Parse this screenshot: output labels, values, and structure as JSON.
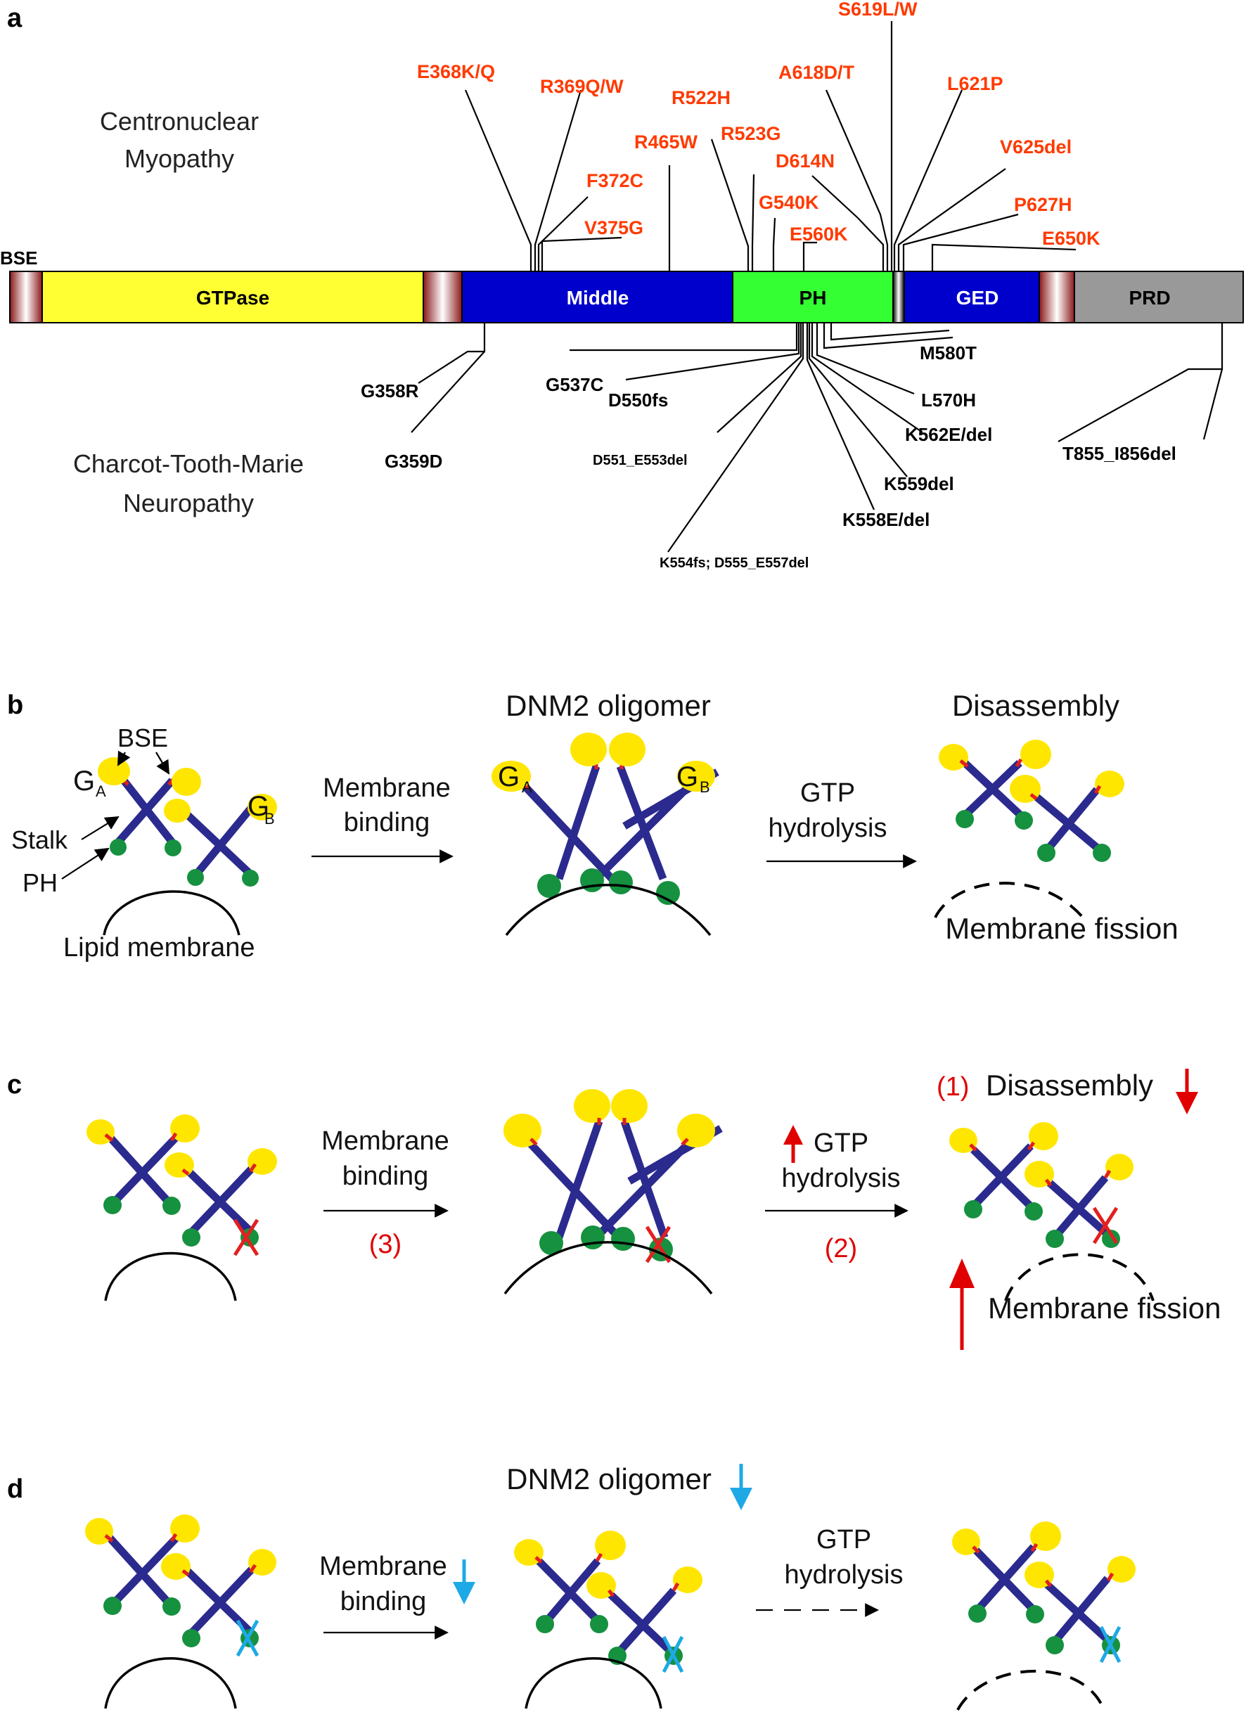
{
  "panel_a": {
    "letter": "a",
    "cnm_label": [
      "Centronuclear",
      "Myopathy"
    ],
    "cmt_label": [
      "Charcot-Tooth-Marie",
      "Neuropathy"
    ],
    "bse_label": "BSE",
    "domains": {
      "gtpase": {
        "label": "GTPase",
        "color": "#ffff33"
      },
      "middle": {
        "label": "Middle",
        "color": "#0000cc"
      },
      "ph": {
        "label": "PH",
        "color": "#33ff33"
      },
      "ged": {
        "label": "GED",
        "color": "#0000cc"
      },
      "prd": {
        "label": "PRD",
        "color": "#999999"
      }
    },
    "cnm_mutations": [
      "E368K/Q",
      "R369Q/W",
      "F372C",
      "V375G",
      "R465W",
      "R522H",
      "R523G",
      "G540K",
      "E560K",
      "D614N",
      "A618D/T",
      "S619L/W",
      "L621P",
      "V625del",
      "P627H",
      "E650K"
    ],
    "cmt_mutations": [
      "G358R",
      "G359D",
      "G537C",
      "D550fs",
      "D551_E553del",
      "K554fs; D555_E557del",
      "K558E/del",
      "K559del",
      "K562E/del",
      "L570H",
      "M580T",
      "T855_I856del"
    ]
  },
  "panel_b": {
    "letter": "b",
    "labels": {
      "bse": "BSE",
      "ga": "G",
      "ga_sub": "A",
      "gb": "G",
      "gb_sub": "B",
      "stalk": "Stalk",
      "ph": "PH",
      "lipid": "Lipid membrane"
    },
    "step1": [
      "Membrane",
      "binding"
    ],
    "mid_title": "DNM2 oligomer",
    "step2": [
      "GTP",
      "hydrolysis"
    ],
    "right_title": "Disassembly",
    "right_bottom": "Membrane fission"
  },
  "panel_c": {
    "letter": "c",
    "step1": [
      "Membrane",
      "binding"
    ],
    "step1_num": "(3)",
    "step2": [
      "GTP",
      "hydrolysis"
    ],
    "step2_num": "(2)",
    "right_num": "(1)",
    "right_title": "Disassembly",
    "right_bottom": "Membrane fission"
  },
  "panel_d": {
    "letter": "d",
    "title": "DNM2 oligomer",
    "step1": [
      "Membrane",
      "binding"
    ],
    "step2": [
      "GTP",
      "hydrolysis"
    ]
  },
  "colors": {
    "gtpase_domain": "#ffff33",
    "stalk": "#2b2a8e",
    "ph_domain_circle": "#15913f",
    "g_domain_circle": "#ffe600",
    "cnm_text": "#ff3a00",
    "increase_arrow": "#e10000",
    "decrease_arrow": "#1ea9e6"
  }
}
